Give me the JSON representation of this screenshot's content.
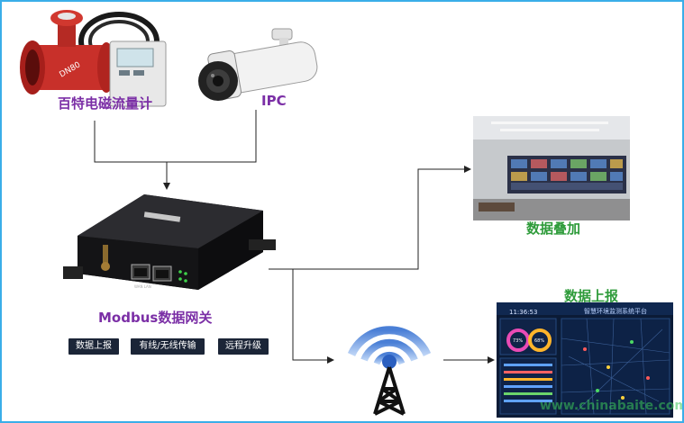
{
  "nodes": {
    "flowmeter": "百特电磁流量计",
    "ipc": "IPC",
    "overlay": "数据叠加",
    "gateway": "Modbus数据网关",
    "report": "数据上报"
  },
  "features": [
    "数据上报",
    "有线/无线传输",
    "远程升级"
  ],
  "devices": {
    "flowmeter_plate": "DN80",
    "gateway_panel": "WAN  LAN"
  },
  "dashboard": {
    "title": "智慧环境监测系统平台",
    "time": "11:36:53",
    "gauge1": "73%",
    "gauge2": "68%"
  },
  "watermark": "www.chinabaite.com",
  "colors": {
    "border": "#3aaee8",
    "label_purple": "#7b2fa6",
    "label_green": "#2e9b3a"
  }
}
